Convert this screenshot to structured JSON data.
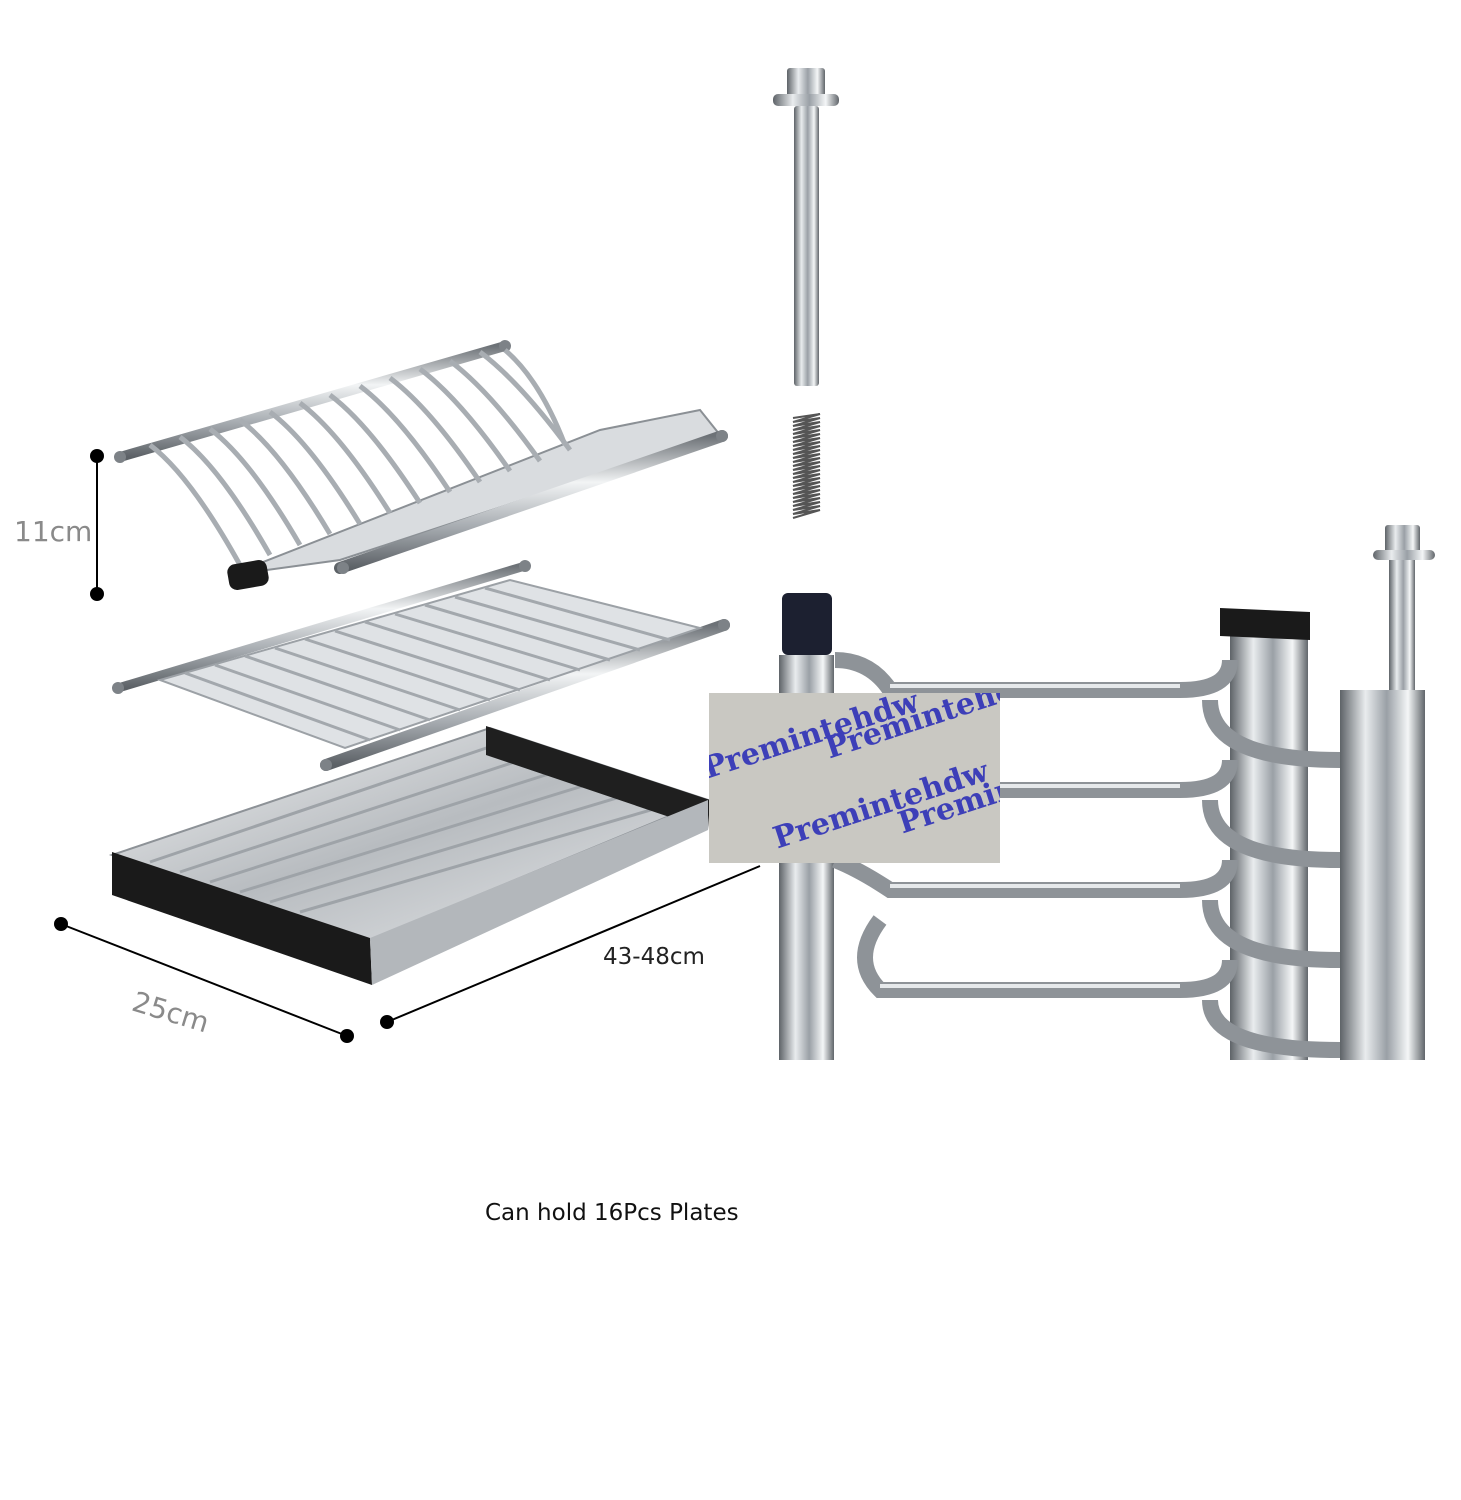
{
  "dimensions": {
    "height": "11cm",
    "depth": "25cm",
    "width": "43-48cm"
  },
  "caption": "Can hold 16Pcs Plates",
  "watermark": {
    "text": "Premintehdw"
  },
  "colors": {
    "steel": "#c8ccd0",
    "steel_dark": "#6e7378",
    "tray_black": "#1a1a1a",
    "watermark_bg": "#c9c8c2",
    "watermark_text": "#3d3fb8"
  }
}
